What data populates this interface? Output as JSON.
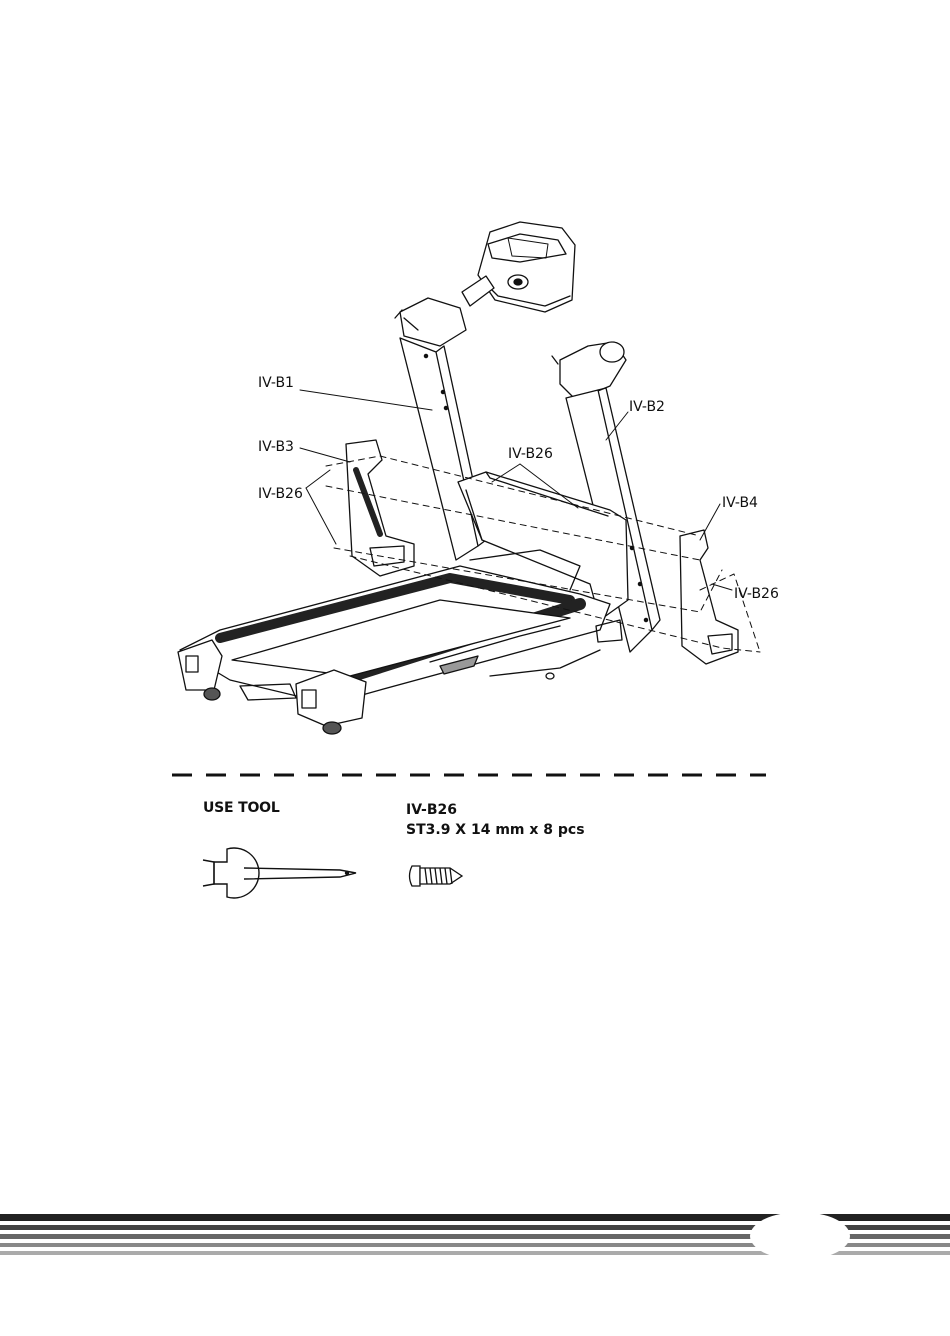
{
  "callouts": {
    "b1": "IV-B1",
    "b3": "IV-B3",
    "b26_left": "IV-B26",
    "b26_center": "IV-B26",
    "b2": "IV-B2",
    "b4": "IV-B4",
    "b26_right": "IV-B26"
  },
  "tools": {
    "heading": "USE TOOL"
  },
  "part": {
    "id": "IV-B26",
    "spec": "ST3.9 X 14 mm x 8 pcs"
  }
}
